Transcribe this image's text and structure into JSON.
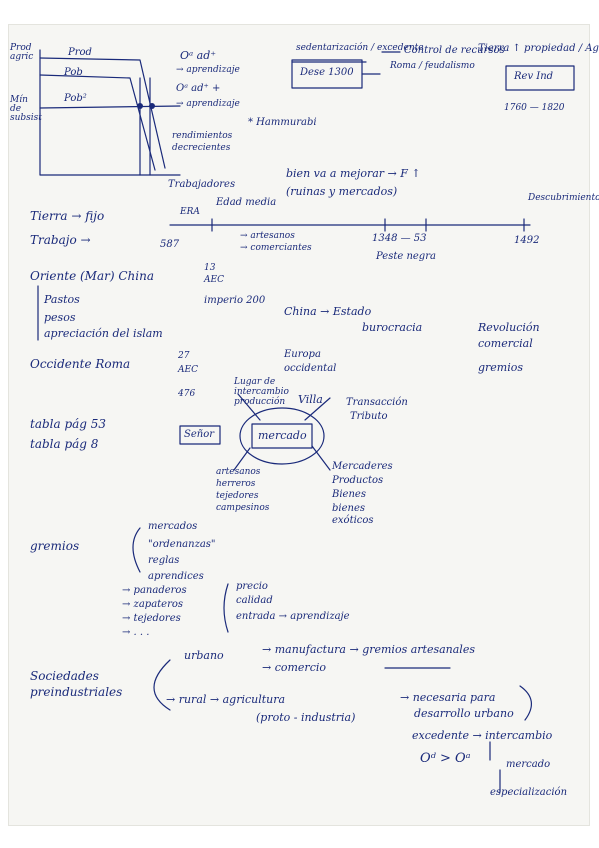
{
  "graph_top": {
    "y_label": [
      "Prod",
      "agric"
    ],
    "y_label_2": [
      "Mín",
      "de",
      "subsist"
    ],
    "curve_1": "Prod",
    "curve_2": "Pob",
    "curve_3": "Pob²",
    "x_label": "Trabajadores",
    "note_o_ad": "Oᵃ ad⁺",
    "note_o_ad_2": "→ aprendizaje",
    "note_o_ad_3": "Oᵃ ad⁺ +",
    "note_o_ad_4": "→ aprendizaje",
    "rend_1": "rendimientos",
    "rend_2": "decrecientes",
    "star_note": "* Hammurabi"
  },
  "timeline_box": {
    "label_top": "sedentarización / excedente",
    "box_1": "Dese 1300",
    "arrow_1": "Control de recursos",
    "arrow_2": "Tierra ↑ propiedad / Agua",
    "arrow_3": "Roma / feudalismo",
    "box_2": "Rev Ind",
    "dates": "1760 — 1820"
  },
  "mid_notes": {
    "bien": "bien va a mejorar → F ↑",
    "paren": "(ruinas y mercados)",
    "timeline_label": "Edad media",
    "timeline_left": "ERA",
    "timeline_right": "Descubrimiento",
    "tierra": "Tierra → fijo",
    "trabajo": "Trabajo →",
    "t_587": "587",
    "t_1348": "1348 — 53",
    "t_1492": "1492",
    "artesanos": "→ artesanos",
    "comerciantes": "→ comerciantes",
    "peste": "Peste negra"
  },
  "oriente": {
    "title": "Oriente (Mar) China",
    "y_2": "13",
    "aec": "AEC",
    "pasos": "Pastos",
    "peso": "pesos",
    "apreciacion": "apreciación del islam",
    "imperio": "imperio 200",
    "china": "China → Estado",
    "burocracia": "burocracia",
    "revolucion": "Revolución",
    "comercial": "comercial",
    "gremios_r": "gremios"
  },
  "occidente": {
    "title": "Occidente Roma",
    "y_27": "27",
    "aec": "AEC",
    "y_476": "476",
    "europa": "Europa",
    "occidental": "occidental"
  },
  "tablas": {
    "t1": "tabla pág 53",
    "t2": "tabla pág 8"
  },
  "diagram": {
    "villa": "Villa",
    "senor": "Señor",
    "mercado": "mercado",
    "transicion": "Transacción",
    "tributo": "Tributo",
    "top_left_1": "Lugar de",
    "top_left_2": "intercambio",
    "top_left_3": "producción",
    "artesanos": "artesanos",
    "orfebre": "herreros",
    "tejedores": "tejedores",
    "campesinos": "campesinos",
    "mercaderes": "Mercaderes",
    "productos": "Productos",
    "bienes": "Bienes",
    "bienes_ex": "bienes",
    "exoticos": "exóticos"
  },
  "gremios": {
    "title": "gremios",
    "item_1": "mercados",
    "item_2": "\"ordenanzas\"",
    "item_3": "reglas",
    "item_4": "aprendices",
    "arrow_1": "→ panaderos",
    "arrow_2": "→ zapateros",
    "arrow_3": "→ tejedores",
    "arrow_4": "→ . . .",
    "precio": "precio",
    "calidad": "calidad",
    "entrada": "entrada → aprendizaje"
  },
  "bottom": {
    "soc_1": "Sociedades",
    "soc_2": "preindustriales",
    "urbano": "urbano",
    "manufactura": "→ manufactura → gremios artesanales",
    "comercio": "→ comercio",
    "rural": "→ rural → agricultura",
    "proto": "(proto - industria)",
    "necesario": "→ necesaria para",
    "desarrollo": "desarrollo urbano",
    "excedente": "excedente → intercambio",
    "oad": "Oᵈ > Oᵃ",
    "mercado": "mercado",
    "especializacion": "especialización"
  }
}
